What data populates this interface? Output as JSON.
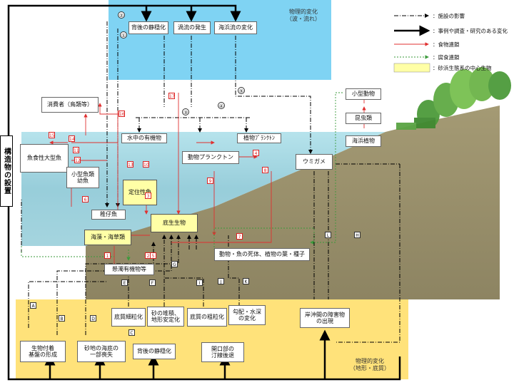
{
  "regions": {
    "top_label": "物理的変化\n（波・流れ）",
    "bottom_label": "物理的変化\n（地形・底質）"
  },
  "side_label": "構造物の設置",
  "legend": {
    "items": [
      {
        "label": "：施設の影響"
      },
      {
        "label": "：事例や調査・研究のある変化"
      },
      {
        "label": "：食物連鎖"
      },
      {
        "label": "：腐食連鎖"
      },
      {
        "label": "：砂浜生態系の中心生物"
      }
    ]
  },
  "boxes": {
    "haigo_seion_top": "背後の静穏化",
    "uzu": "渦流の発生",
    "engan": "海浜流の変化",
    "shohisha": "消費者（鳥類等）",
    "suichu_yuki": "水中の有機物",
    "shokubutsu_plankton": "植物ﾌﾟﾗﾝｸﾄﾝ",
    "dobutsu_plankton": "動物プランクトン",
    "gyoshoku": "魚食性大型魚",
    "kogata_gyorui": "小型魚類\n幼魚",
    "teichaku": "定住性魚",
    "chigyo": "稚仔魚",
    "kaisou": "海藻・海草類",
    "teisei": "底生生物",
    "umigame": "ウミガメ",
    "kogata_dobutsu": "小型動物",
    "konchu": "昆虫類",
    "kaihin_shokubutsu": "海浜植物",
    "shitai": "動物・魚の死体、植物の葉・種子",
    "kendaku": "懸濁有機物等",
    "teishitsu_saibiryu": "底質細粒化",
    "suna_taiseki": "砂の堆積、\n地形安定化",
    "teishitsu_sorryu": "底質の粗粒化",
    "koubai": "勾配・水深\nの変化",
    "kishi_oki": "岸沖間の障害物\nの出現",
    "seibutsu_fuchaku": "生物付着\n基盤の形成",
    "sunachi": "砂地の海底の\n一部喪失",
    "haigo_seion_bottom": "背後の静穏化",
    "kaikoubu": "開口部の\n汀線後退"
  },
  "red_numbers": [
    "1",
    "2",
    "3",
    "4",
    "5",
    "6",
    "7",
    "8",
    "9",
    "10",
    "11",
    "12",
    "13",
    "14",
    "15",
    "16",
    "17"
  ],
  "letters": [
    "A",
    "B",
    "C",
    "D",
    "E",
    "F",
    "G",
    "H",
    "I",
    "J",
    "K",
    "L"
  ],
  "circles": [
    "①",
    "②",
    "③",
    "④",
    "⑤"
  ],
  "colors": {
    "sky_band": "#7fd3f3",
    "sand_band": "#ffe27a",
    "water": "#8ccbd8",
    "land": "#9a9070",
    "food_chain": "#e03030",
    "detritus_chain": "#3a9a3a",
    "highlight": "#ffffa6"
  }
}
